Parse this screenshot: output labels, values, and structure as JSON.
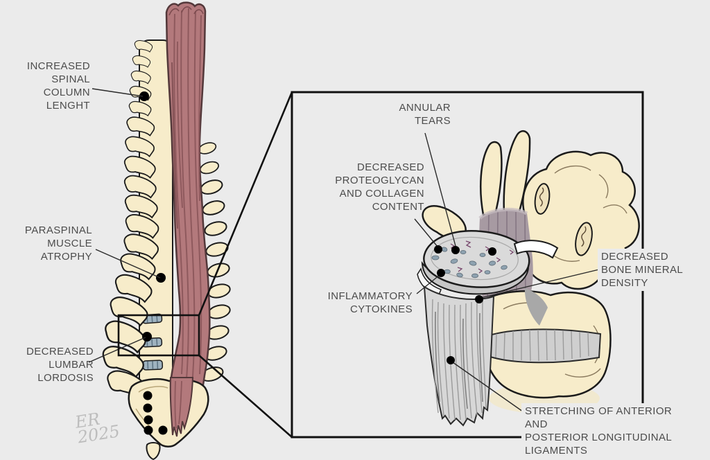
{
  "figure": {
    "kind": "medical-illustration",
    "subject": "spinal-column-changes-with-lumbar-inset"
  },
  "colors": {
    "background": "#ebebeb",
    "outline": "#1b1b1b",
    "bone": "#f7ecca",
    "bone_shade": "#e7d7a9",
    "muscle": "#b3797c",
    "muscle_streak": "#8d585c",
    "disc_blue": "#9fb3c0",
    "ligament_gray": "#d7d7d7",
    "purple_ligament": "#a79aa2",
    "label_text": "#4c4c4c",
    "signature_gray": "#bdbdbd"
  },
  "labels": {
    "increased_spinal_column_length": "INCREASED\nSPINAL\nCOLUMN\nLENGHT",
    "paraspinal_muscle_atrophy": "PARASPINAL\nMUSCLE\nATROPHY",
    "decreased_lumbar_lordosis": "DECREASED\nLUMBAR\nLORDOSIS",
    "annular_tears": "ANNULAR\nTEARS",
    "decreased_proteoglycan": "DECREASED\nPROTEOGLYCAN\nAND COLLAGEN\nCONTENT",
    "inflammatory_cytokines": "INFLAMMATORY\nCYTOKINES",
    "decreased_bone_mineral_density": "DECREASED\nBONE MINERAL\nDENSITY",
    "stretching_ligaments": "STRETCHING OF ANTERIOR AND\nPOSTERIOR LONGITUDINAL\nLIGAMENTS"
  },
  "signature": "ER\n2025"
}
